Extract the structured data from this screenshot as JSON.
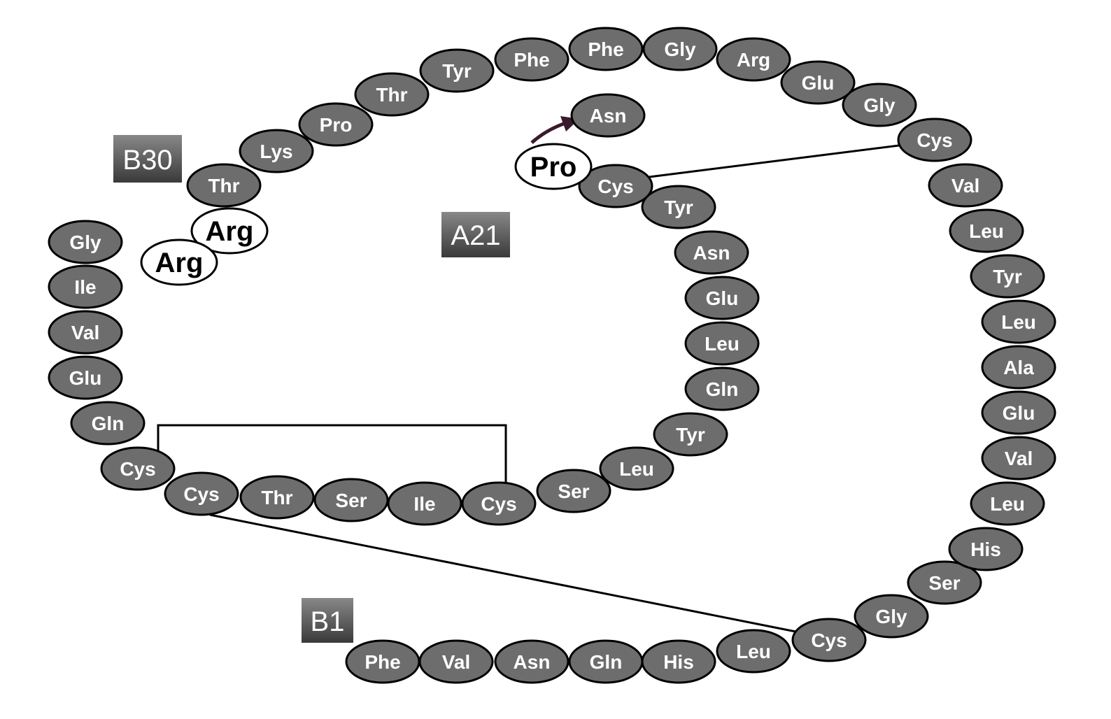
{
  "colors": {
    "residue_fill": "#6d6d6d",
    "residue_text": "#ffffff",
    "added_fill": "#ffffff",
    "added_text": "#000000",
    "arrow": "#3a1a2c"
  },
  "markers": {
    "b30": "B30",
    "a21": "A21",
    "b1": "B1"
  },
  "residues": {
    "b_chain": [
      "Phe",
      "Val",
      "Asn",
      "Gln",
      "His",
      "Leu",
      "Cys",
      "Gly",
      "Ser",
      "His",
      "Leu",
      "Val",
      "Glu",
      "Ala",
      "Leu",
      "Tyr",
      "Leu",
      "Val",
      "Cys",
      "Gly",
      "Glu",
      "Arg",
      "Gly",
      "Phe",
      "Phe",
      "Tyr",
      "Thr",
      "Pro",
      "Lys",
      "Thr"
    ],
    "b_chain_extension": [
      "Arg",
      "Arg"
    ],
    "a_chain": [
      "Gly",
      "Ile",
      "Val",
      "Glu",
      "Gln",
      "Cys",
      "Cys",
      "Thr",
      "Ser",
      "Ile",
      "Cys",
      "Ser",
      "Leu",
      "Tyr",
      "Gln",
      "Leu",
      "Glu",
      "Asn",
      "Tyr",
      "Cys",
      "Asn"
    ],
    "a_chain_insertion": "Pro"
  }
}
